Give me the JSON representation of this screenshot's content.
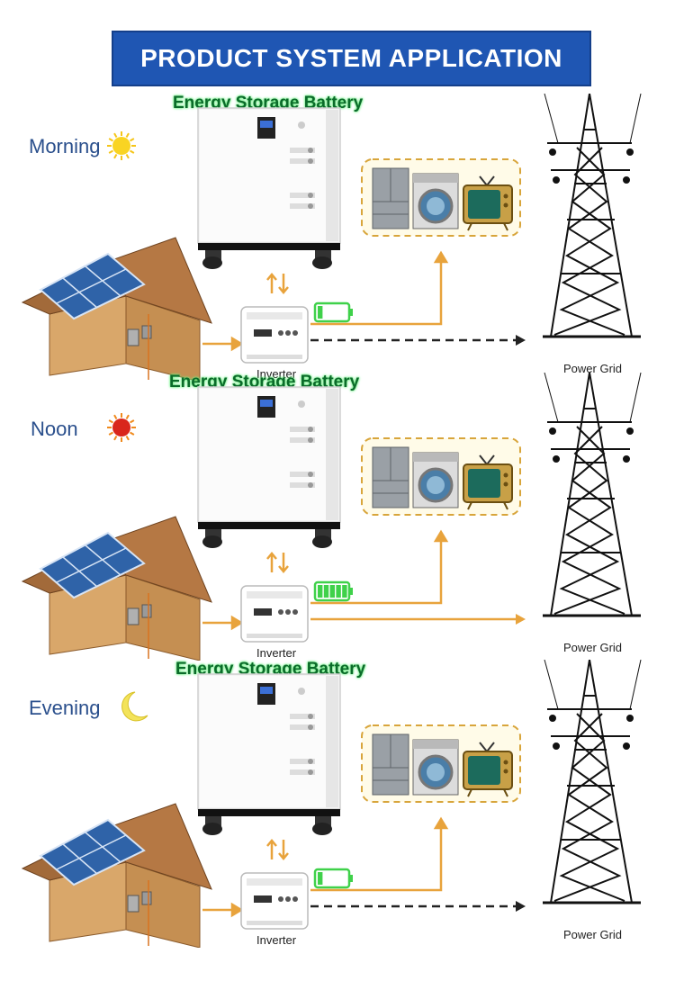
{
  "banner": {
    "title": "PRODUCT SYSTEM APPLICATION"
  },
  "colors": {
    "banner": "#1f56b3",
    "arrow": "#e8a33c",
    "battery_glow": "#3fd14a",
    "label_blue": "#2a4f8c"
  },
  "scenes": [
    {
      "time": "Morning",
      "time_icon": "sun-icon",
      "battery_title": "Energy Storage Battery",
      "inverter_label": "Inverter",
      "grid_label": "Power Grid",
      "charge_level": 0.2,
      "grid_flow": "dashed"
    },
    {
      "time": "Noon",
      "time_icon": "sun-icon",
      "battery_title": "Energy Storage Battery",
      "inverter_label": "Inverter",
      "grid_label": "Power Grid",
      "charge_level": 1.0,
      "grid_flow": "solid"
    },
    {
      "time": "Evening",
      "time_icon": "moon-icon",
      "battery_title": "Energy Storage Battery",
      "inverter_label": "Inverter",
      "grid_label": "Power Grid",
      "charge_level": 0.2,
      "grid_flow": "dashed"
    }
  ],
  "appliances": [
    "refrigerator-icon",
    "washing-machine-icon",
    "television-icon"
  ]
}
